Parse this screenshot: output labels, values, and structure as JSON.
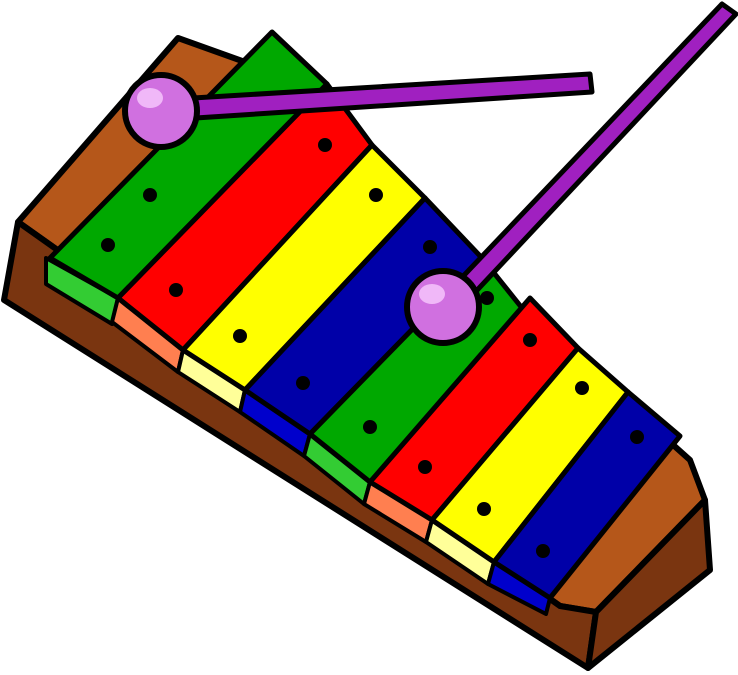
{
  "illustration": {
    "subject": "xylophone-with-mallets",
    "colors": {
      "frame_light": "#B5571A",
      "frame_dark": "#7A3510",
      "outline": "#000000",
      "green": "#00A800",
      "green_edge": "#33CC33",
      "red": "#FF0000",
      "red_edge": "#FF7F50",
      "yellow": "#FFFF00",
      "yellow_edge": "#FFFF99",
      "blue": "#0000A8",
      "blue_edge": "#0000CC",
      "mallet_stick": "#A020C0",
      "mallet_head": "#D070E0",
      "mallet_highlight": "#F0B8F8"
    },
    "bars": [
      {
        "color": "green"
      },
      {
        "color": "red"
      },
      {
        "color": "yellow"
      },
      {
        "color": "blue"
      },
      {
        "color": "green"
      },
      {
        "color": "red"
      },
      {
        "color": "yellow"
      },
      {
        "color": "blue"
      }
    ],
    "mallets": [
      {
        "name": "left-mallet"
      },
      {
        "name": "right-mallet"
      }
    ]
  }
}
